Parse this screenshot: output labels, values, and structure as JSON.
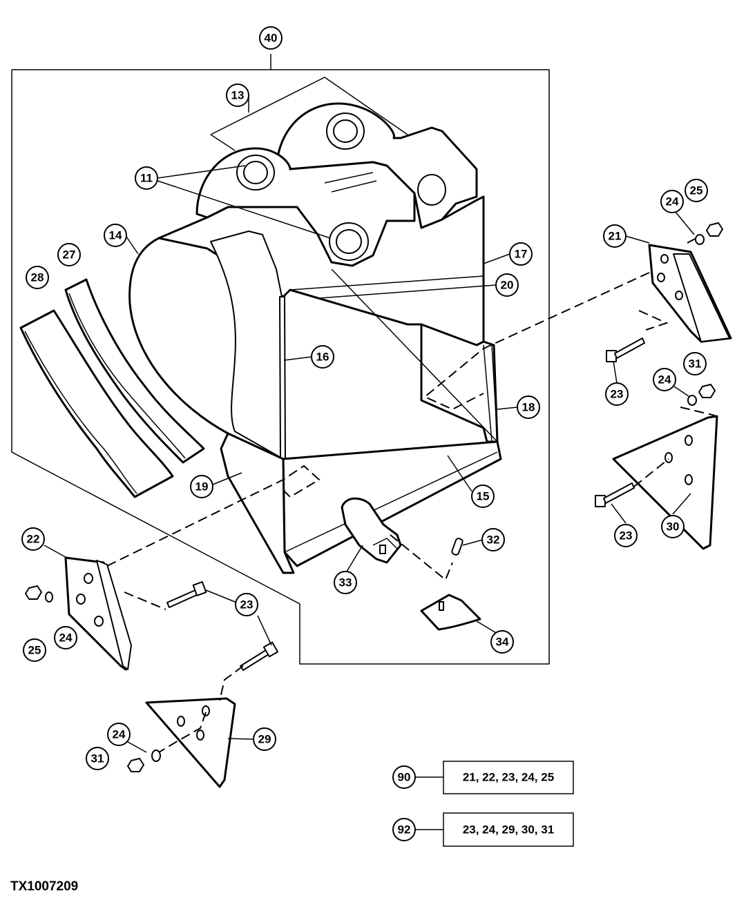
{
  "figure_id": "TX1007209",
  "callouts": {
    "c40": "40",
    "c13": "13",
    "c11": "11",
    "c14": "14",
    "c27": "27",
    "c28": "28",
    "c17": "17",
    "c20": "20",
    "c16": "16",
    "c18": "18",
    "c19": "19",
    "c15": "15",
    "c22": "22",
    "c24a": "24",
    "c25a": "25",
    "c23a": "23",
    "c23b": "23",
    "c33": "33",
    "c32": "32",
    "c34": "34",
    "c29": "29",
    "c24b": "24",
    "c31a": "31",
    "c21": "21",
    "c24c": "24",
    "c25b": "25",
    "c23c": "23",
    "c24d": "24",
    "c31b": "31",
    "c30": "30",
    "c23d": "23"
  },
  "kits": [
    {
      "number": "90",
      "parts": "21, 22, 23, 24, 25"
    },
    {
      "number": "92",
      "parts": "23, 24, 29, 30, 31"
    }
  ]
}
